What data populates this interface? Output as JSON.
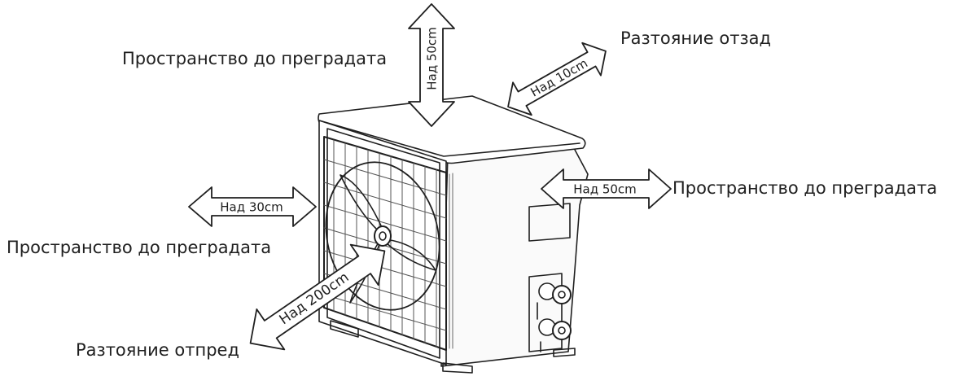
{
  "labels": {
    "space_top_left": "Пространство до преградата",
    "distance_back": "Разтояние отзад",
    "space_right": "Пространство до преградата",
    "space_left": "Пространство до преградата",
    "distance_front": "Разтояние отпред"
  },
  "arrows": {
    "top": "Над 50cm",
    "back": "Над 10cm",
    "right": "Над 50cm",
    "left": "Над 30cm",
    "front": "Над 200cm"
  },
  "colors": {
    "line": "#1f1f1f",
    "fill": "#ffffff",
    "shade": "#e9e9e9"
  }
}
